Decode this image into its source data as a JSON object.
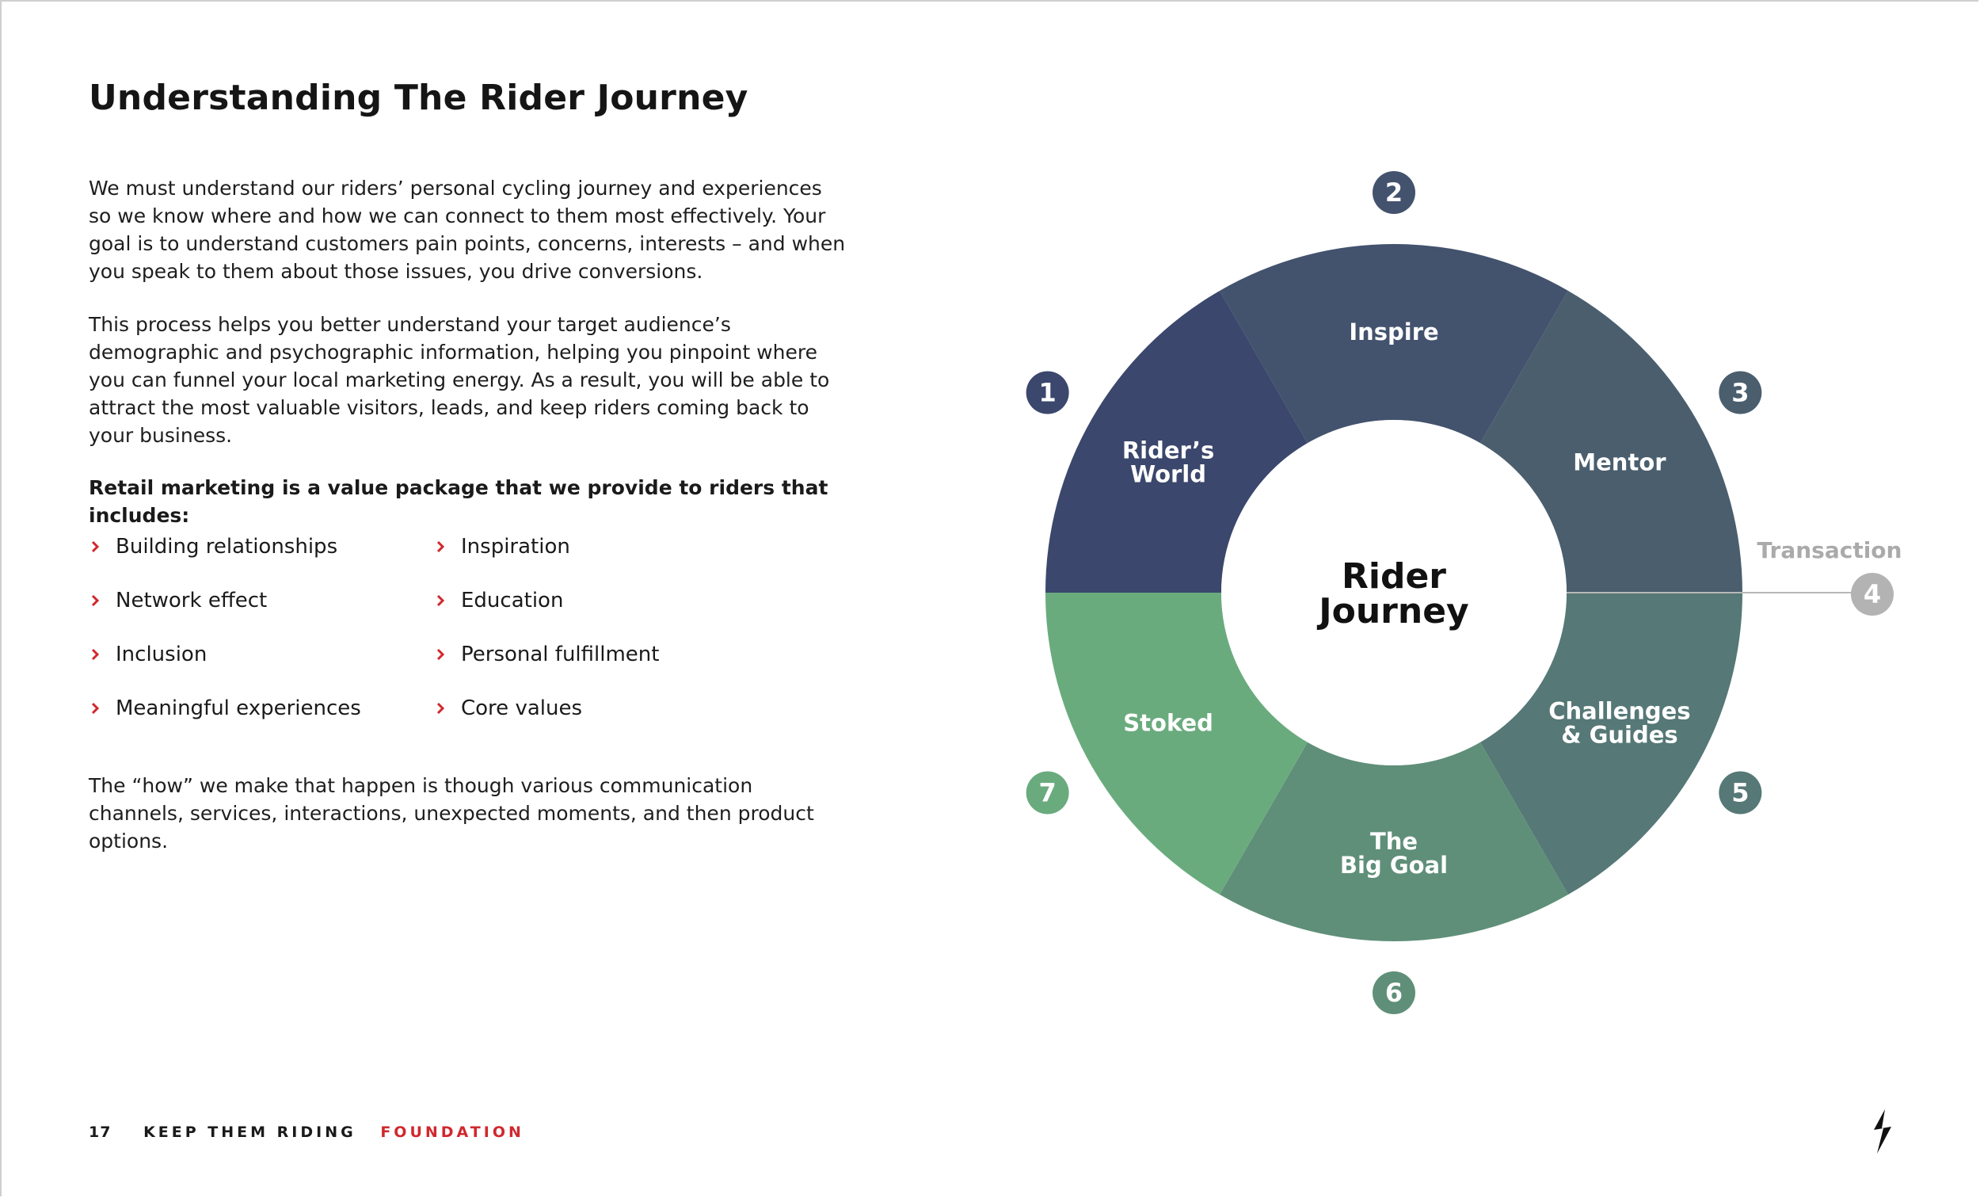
{
  "page": {
    "title": "Understanding The Rider Journey",
    "paragraphs": [
      "We must understand our riders’ personal cycling journey and experiences so we know where and how we can connect to them most effectively. Your goal is to understand customers pain points, concerns, interests – and when you speak to them about those issues, you drive conversions.",
      "This process helps you better understand your target audience’s demographic and psychographic information, helping you pinpoint where you can funnel your local marketing energy. As a result, you will be able to attract the most valuable visitors, leads, and keep riders coming back to your business.",
      "The “how” we make that happen is though various communication channels, services, interactions, unexpected moments, and then product options."
    ],
    "lead": "Retail marketing is a value package that we provide to riders that includes:",
    "bullets_left": [
      "Building relationships",
      "Network effect",
      "Inclusion",
      "Meaningful experiences"
    ],
    "bullets_right": [
      "Inspiration",
      "Education",
      "Personal fulfillment",
      "Core values"
    ]
  },
  "footer": {
    "page_number": "17",
    "brand": "KEEP THEM RIDING",
    "section": "FOUNDATION"
  },
  "wheel": {
    "center_lines": [
      "Rider",
      "Journey"
    ],
    "segments": [
      {
        "number": "1",
        "lines": [
          "Rider’s",
          "World"
        ],
        "color": "#3b476c"
      },
      {
        "number": "2",
        "lines": [
          "Inspire"
        ],
        "color": "#43526d"
      },
      {
        "number": "3",
        "lines": [
          "Mentor"
        ],
        "color": "#4a5e6e"
      },
      {
        "number": "5",
        "lines": [
          "Challenges",
          "& Guides"
        ],
        "color": "#567876"
      },
      {
        "number": "6",
        "lines": [
          "The",
          "Big Goal"
        ],
        "color": "#5f8f79"
      },
      {
        "number": "7",
        "lines": [
          "Stoked"
        ],
        "color": "#6aab7e"
      }
    ],
    "transaction": {
      "number": "4",
      "label": "Transaction",
      "color": "#b3b3b3"
    },
    "accent_red": "#d0282d",
    "icons": [
      "chevron-right-icon",
      "specialized-logo-icon"
    ]
  }
}
